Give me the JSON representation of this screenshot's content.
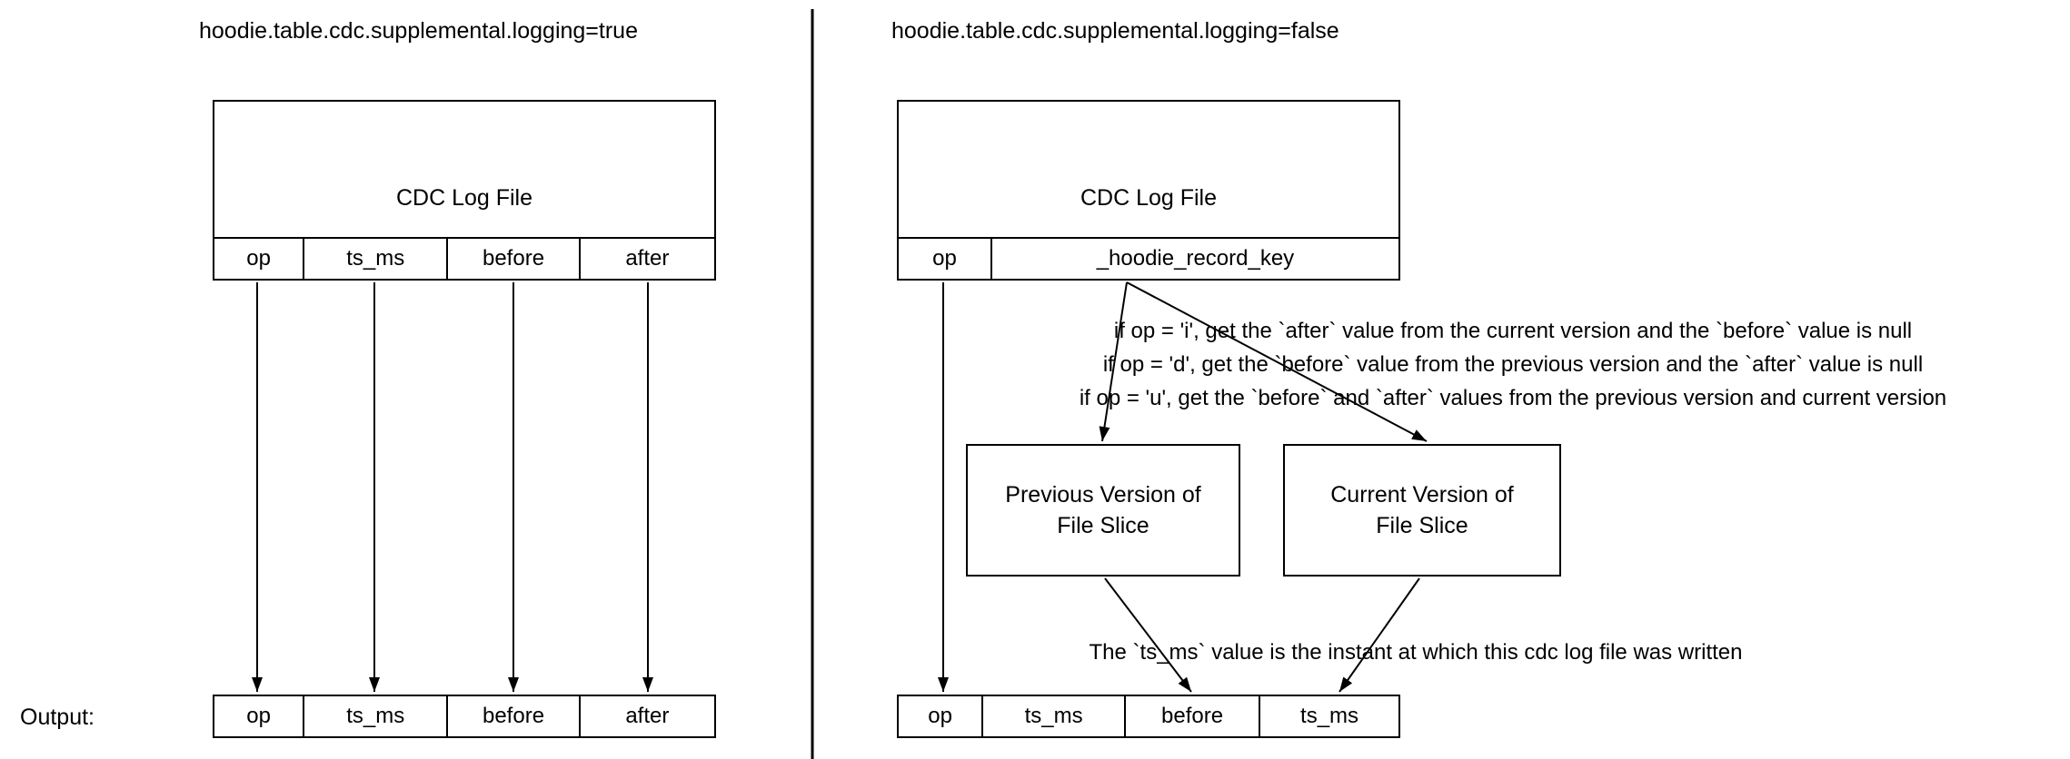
{
  "colors": {
    "ink": "#000000",
    "background": "#ffffff"
  },
  "left": {
    "title": "hoodie.table.cdc.supplemental.logging=true",
    "log_file_label": "CDC Log File",
    "columns": [
      "op",
      "ts_ms",
      "before",
      "after"
    ],
    "output_label": "Output:",
    "output_columns": [
      "op",
      "ts_ms",
      "before",
      "after"
    ]
  },
  "right": {
    "title": "hoodie.table.cdc.supplemental.logging=false",
    "log_file_label": "CDC Log File",
    "columns": [
      "op",
      "_hoodie_record_key"
    ],
    "conditions": [
      "if op = 'i', get the `after` value from the current version and the `before` value is null",
      "if op = 'd', get the `before` value from the previous version and the `after` value is null",
      "if op = 'u', get the `before` and `after` values from the previous version and current version"
    ],
    "previous_box": {
      "line1": "Previous Version of",
      "line2": "File Slice"
    },
    "current_box": {
      "line1": "Current Version of",
      "line2": "File Slice"
    },
    "ts_note": "The `ts_ms` value is the instant at which this cdc log file was written",
    "output_columns": [
      "op",
      "ts_ms",
      "before",
      "ts_ms"
    ]
  }
}
